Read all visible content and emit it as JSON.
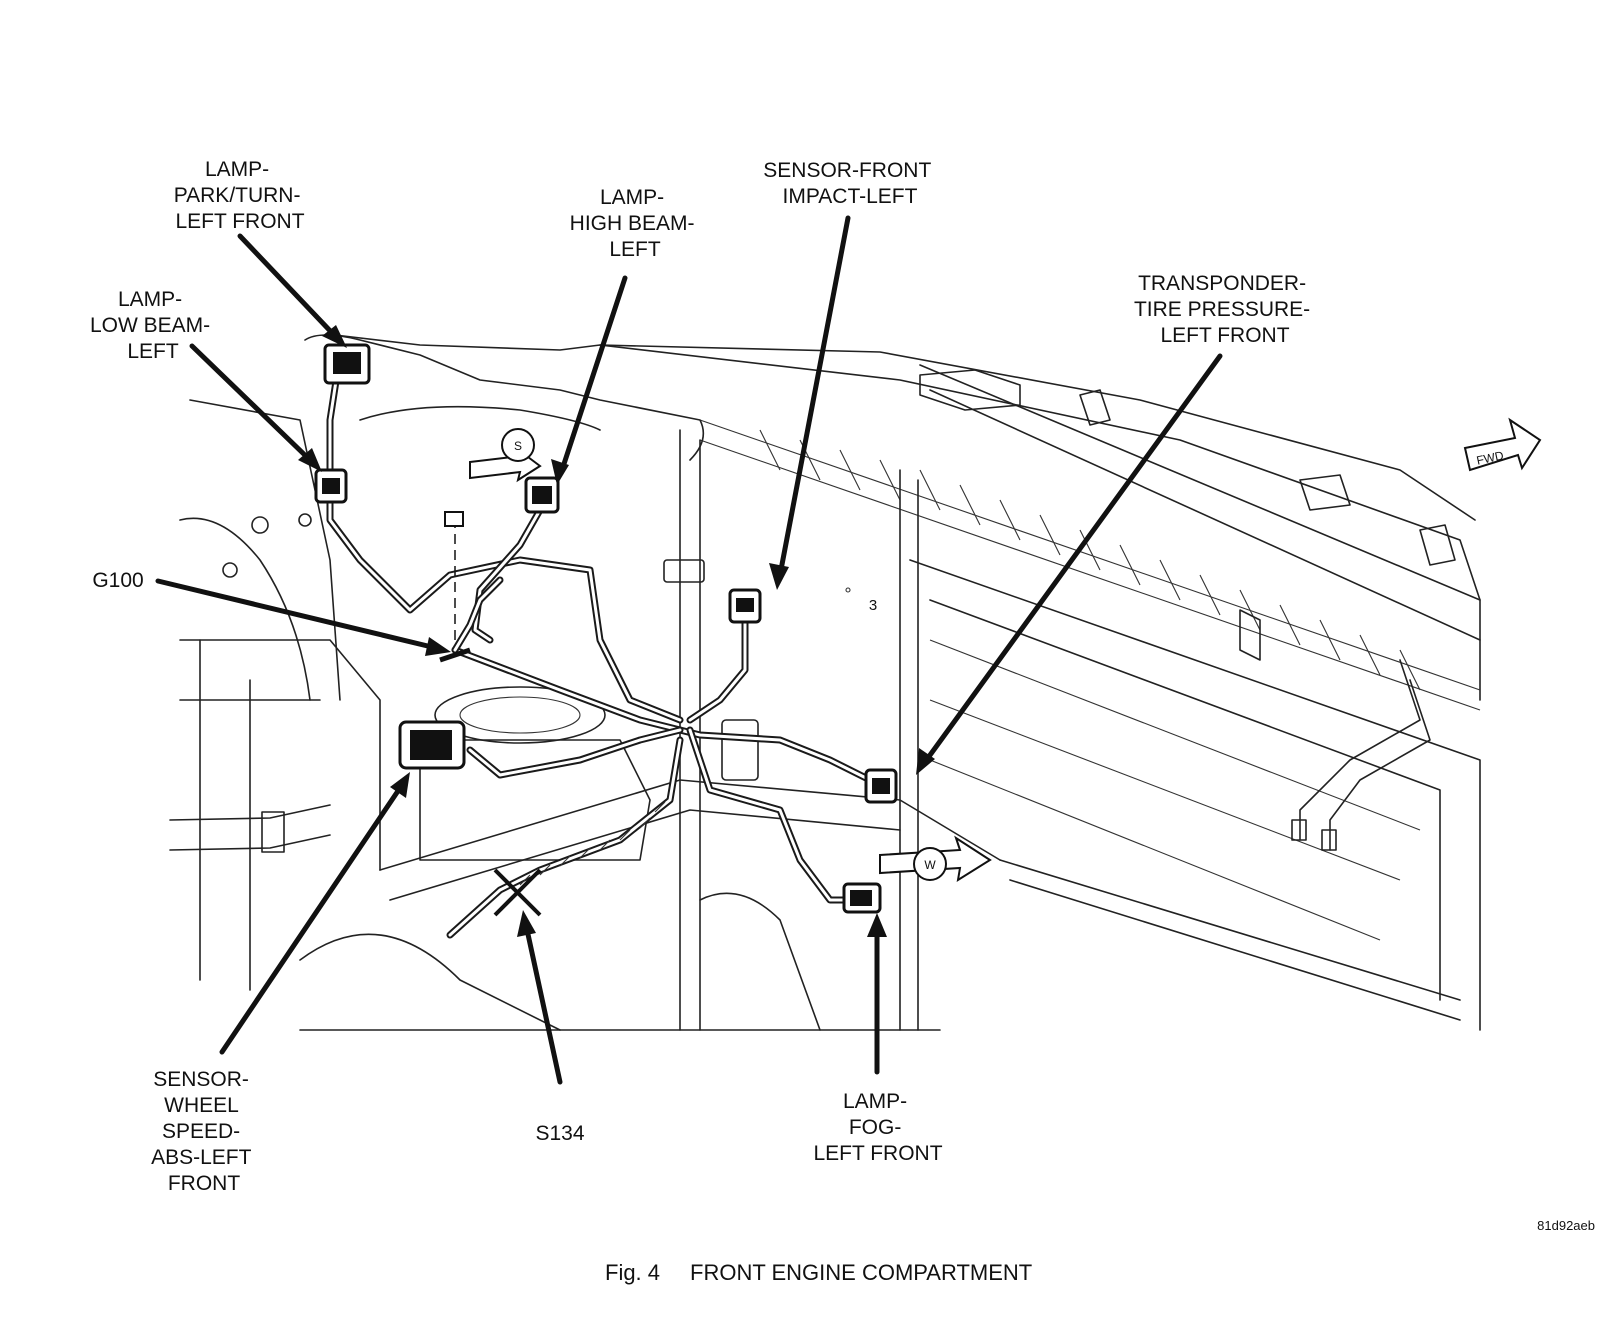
{
  "figure": {
    "number_label": "Fig. 4",
    "title": "FRONT ENGINE COMPARTMENT",
    "image_code": "81d92aeb"
  },
  "callouts": {
    "park_turn_lamp": [
      "LAMP-",
      "PARK/TURN-",
      "LEFT FRONT"
    ],
    "low_beam_lamp": [
      "LAMP-",
      "LOW BEAM-",
      "LEFT"
    ],
    "high_beam_lamp": [
      "LAMP-",
      "HIGH BEAM-",
      "LEFT"
    ],
    "impact_sensor": [
      "SENSOR-FRONT",
      "IMPACT-LEFT"
    ],
    "tpms_transponder": [
      "TRANSPONDER-",
      "TIRE PRESSURE-",
      "LEFT FRONT"
    ],
    "ground": [
      "G100"
    ],
    "wheel_speed_sensor": [
      "SENSOR-",
      "WHEEL",
      "SPEED-",
      "ABS-LEFT",
      "FRONT"
    ],
    "splice": [
      "S134"
    ],
    "fog_lamp": [
      "LAMP-",
      "FOG-",
      "LEFT FRONT"
    ]
  },
  "markers": {
    "forward": "FWD",
    "s_marker": "S",
    "w_marker": "W",
    "part_number": "3"
  },
  "icons": [
    "forward-arrow-icon",
    "s-direction-icon",
    "w-direction-icon"
  ]
}
